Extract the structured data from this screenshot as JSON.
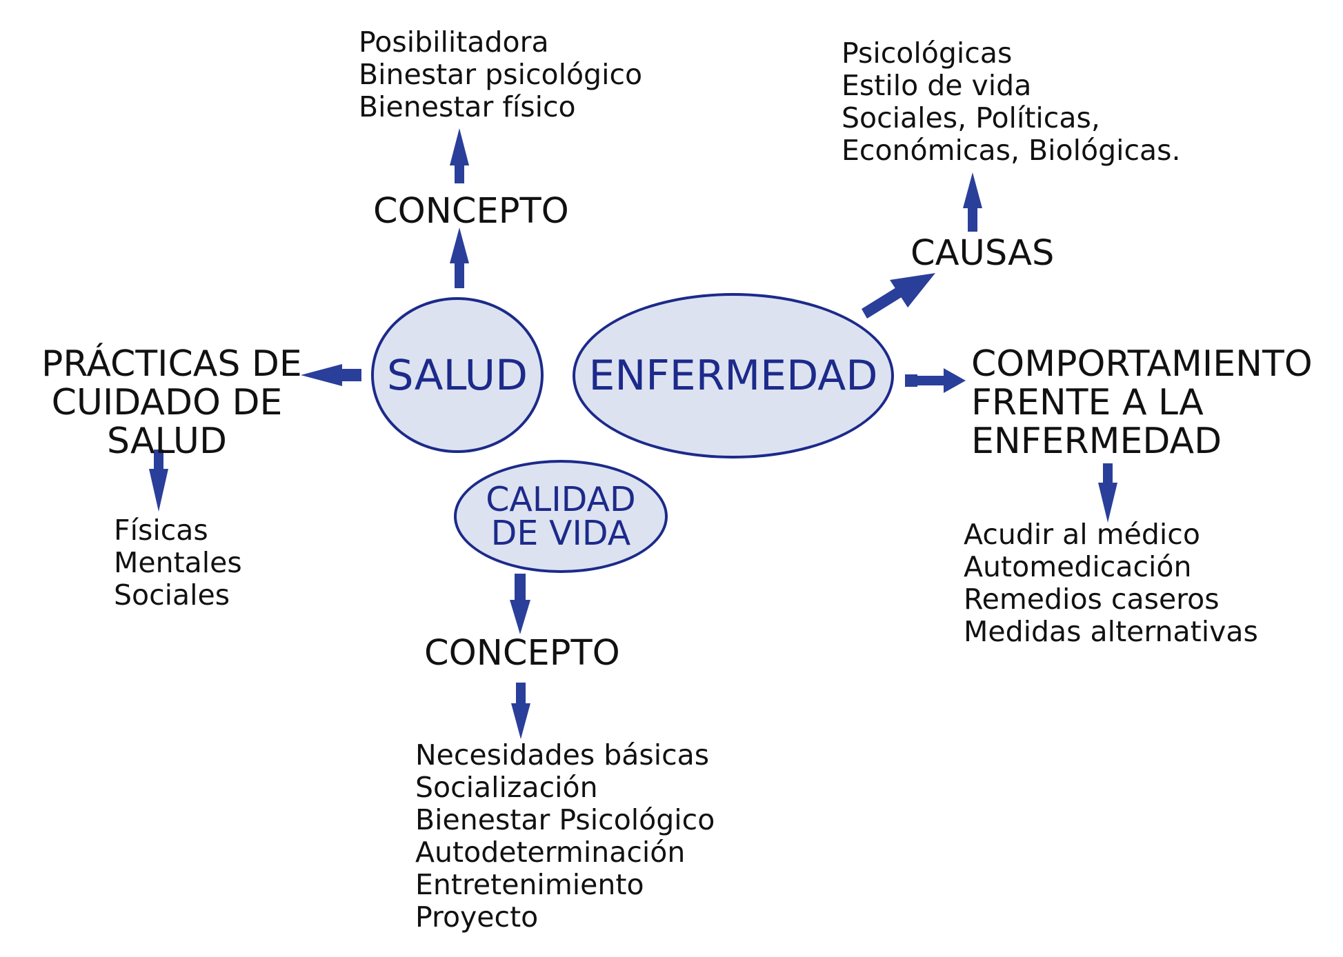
{
  "nodes": {
    "salud": "SALUD",
    "enfermedad": "ENFERMEDAD",
    "calidad": [
      "CALIDAD",
      "DE VIDA"
    ]
  },
  "concepto_salud": {
    "label": "CONCEPTO",
    "items": [
      "Posibilitadora",
      "Binestar psicológico",
      "Bienestar físico"
    ]
  },
  "practicas": {
    "label": [
      "PRÁCTICAS DE",
      "CUIDADO DE",
      "SALUD"
    ],
    "items": [
      "Físicas",
      "Mentales",
      "Sociales"
    ]
  },
  "causas": {
    "label": "CAUSAS",
    "items": [
      "Psicológicas",
      "Estilo de vida",
      "Sociales, Políticas,",
      "Económicas, Biológicas."
    ]
  },
  "comportamiento": {
    "label": [
      "COMPORTAMIENTO",
      "FRENTE A LA",
      "ENFERMEDAD"
    ],
    "items": [
      "Acudir al médico",
      "Automedicación",
      "Remedios caseros",
      "Medidas alternativas"
    ]
  },
  "concepto_calidad": {
    "label": "CONCEPTO",
    "items": [
      "Necesidades básicas",
      "Socialización",
      "Bienestar Psicológico",
      "Autodeterminación",
      "Entretenimiento",
      "Proyecto"
    ]
  },
  "colors": {
    "node_fill": "#dde2f1",
    "node_stroke": "#1c2a8a",
    "arrow": "#2a3f9a",
    "text": "#111111"
  }
}
